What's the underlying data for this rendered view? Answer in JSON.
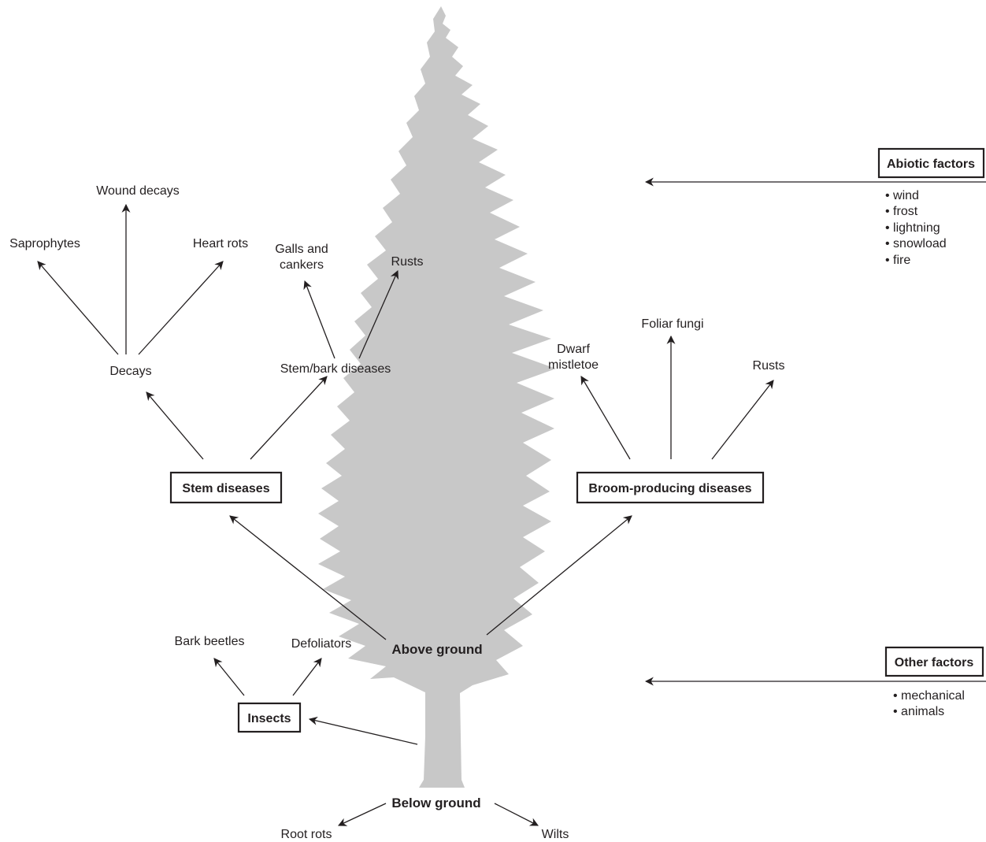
{
  "diagram": {
    "tree_color": "#c8c8c8",
    "line_color": "#231f20",
    "center": {
      "above_ground": "Above ground",
      "below_ground": "Below ground"
    },
    "below_ground": {
      "root_rots": "Root rots",
      "wilts": "Wilts"
    },
    "insects": {
      "box": "Insects",
      "bark_beetles": "Bark beetles",
      "defoliators": "Defoliators"
    },
    "stem_diseases": {
      "box": "Stem diseases",
      "decays": "Decays",
      "saprophytes": "Saprophytes",
      "wound_decays": "Wound decays",
      "heart_rots": "Heart rots",
      "stem_bark_diseases": "Stem/bark diseases",
      "galls_line1": "Galls and",
      "galls_line2": "cankers",
      "rusts": "Rusts"
    },
    "broom_diseases": {
      "box": "Broom-producing diseases",
      "dwarf_line1": "Dwarf",
      "dwarf_line2": "mistletoe",
      "foliar_fungi": "Foliar fungi",
      "rusts": "Rusts"
    },
    "abiotic": {
      "box": "Abiotic factors",
      "items": [
        "• wind",
        "• frost",
        "• lightning",
        "• snowload",
        "• fire"
      ]
    },
    "other": {
      "box": "Other factors",
      "items": [
        "• mechanical",
        "• animals"
      ]
    }
  }
}
